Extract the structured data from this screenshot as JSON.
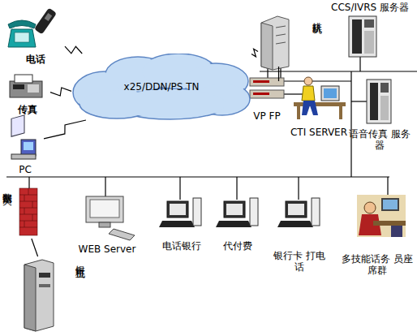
{
  "diagram": {
    "nodes": [
      {
        "text": [
          "电话"
        ]
      },
      {
        "text": [
          "传真"
        ]
      },
      {
        "text": [
          "PC"
        ]
      },
      {
        "text": [
          "x25/DDN/PS TN"
        ]
      },
      {
        "text": [
          "排队机"
        ]
      },
      {
        "text": [
          "CCS/IVRS 服务器"
        ]
      },
      {
        "text": [
          "VP FP"
        ]
      },
      {
        "text": [
          "CTI SERVER"
        ]
      },
      {
        "text": [
          "语音传真 服务器"
        ]
      },
      {
        "text": [
          "数据网关"
        ]
      },
      {
        "text": [
          "WEB Server"
        ]
      },
      {
        "text": [
          "电话银行"
        ]
      },
      {
        "text": [
          "代付费"
        ]
      },
      {
        "text": [
          "银行卡 打电话"
        ]
      },
      {
        "text": [
          "多技能话务 员座席群"
        ]
      },
      {
        "text": [
          "银行主机"
        ]
      }
    ],
    "edges": [
      {
        "from": 0,
        "to": 3,
        "arrow": "none"
      },
      {
        "from": 1,
        "to": 3,
        "arrow": "none"
      },
      {
        "from": 2,
        "to": 3,
        "arrow": "none"
      },
      {
        "from": 3,
        "to": 4,
        "arrow": "none"
      },
      {
        "from": 4,
        "to": 6,
        "arrow": "none"
      },
      {
        "from": 9,
        "to": 15,
        "arrow": "none"
      }
    ]
  }
}
